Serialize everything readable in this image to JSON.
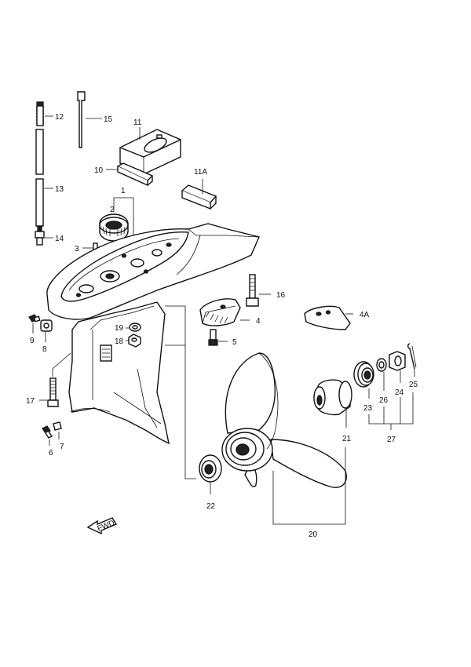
{
  "diagram": {
    "callouts": {
      "c1": "1",
      "c2": "2",
      "c3": "3",
      "c4": "4",
      "c4a": "4A",
      "c5": "5",
      "c6": "6",
      "c7": "7",
      "c8": "8",
      "c9": "9",
      "c10": "10",
      "c11": "11",
      "c11a": "11A",
      "c12": "12",
      "c13": "13",
      "c14": "14",
      "c15": "15",
      "c16": "16",
      "c17": "17",
      "c18": "18",
      "c19": "19",
      "c20": "20",
      "c21": "21",
      "c22": "22",
      "c23": "23",
      "c24": "24",
      "c25": "25",
      "c26": "26",
      "c27": "27"
    },
    "fwd_label": "FWD"
  }
}
